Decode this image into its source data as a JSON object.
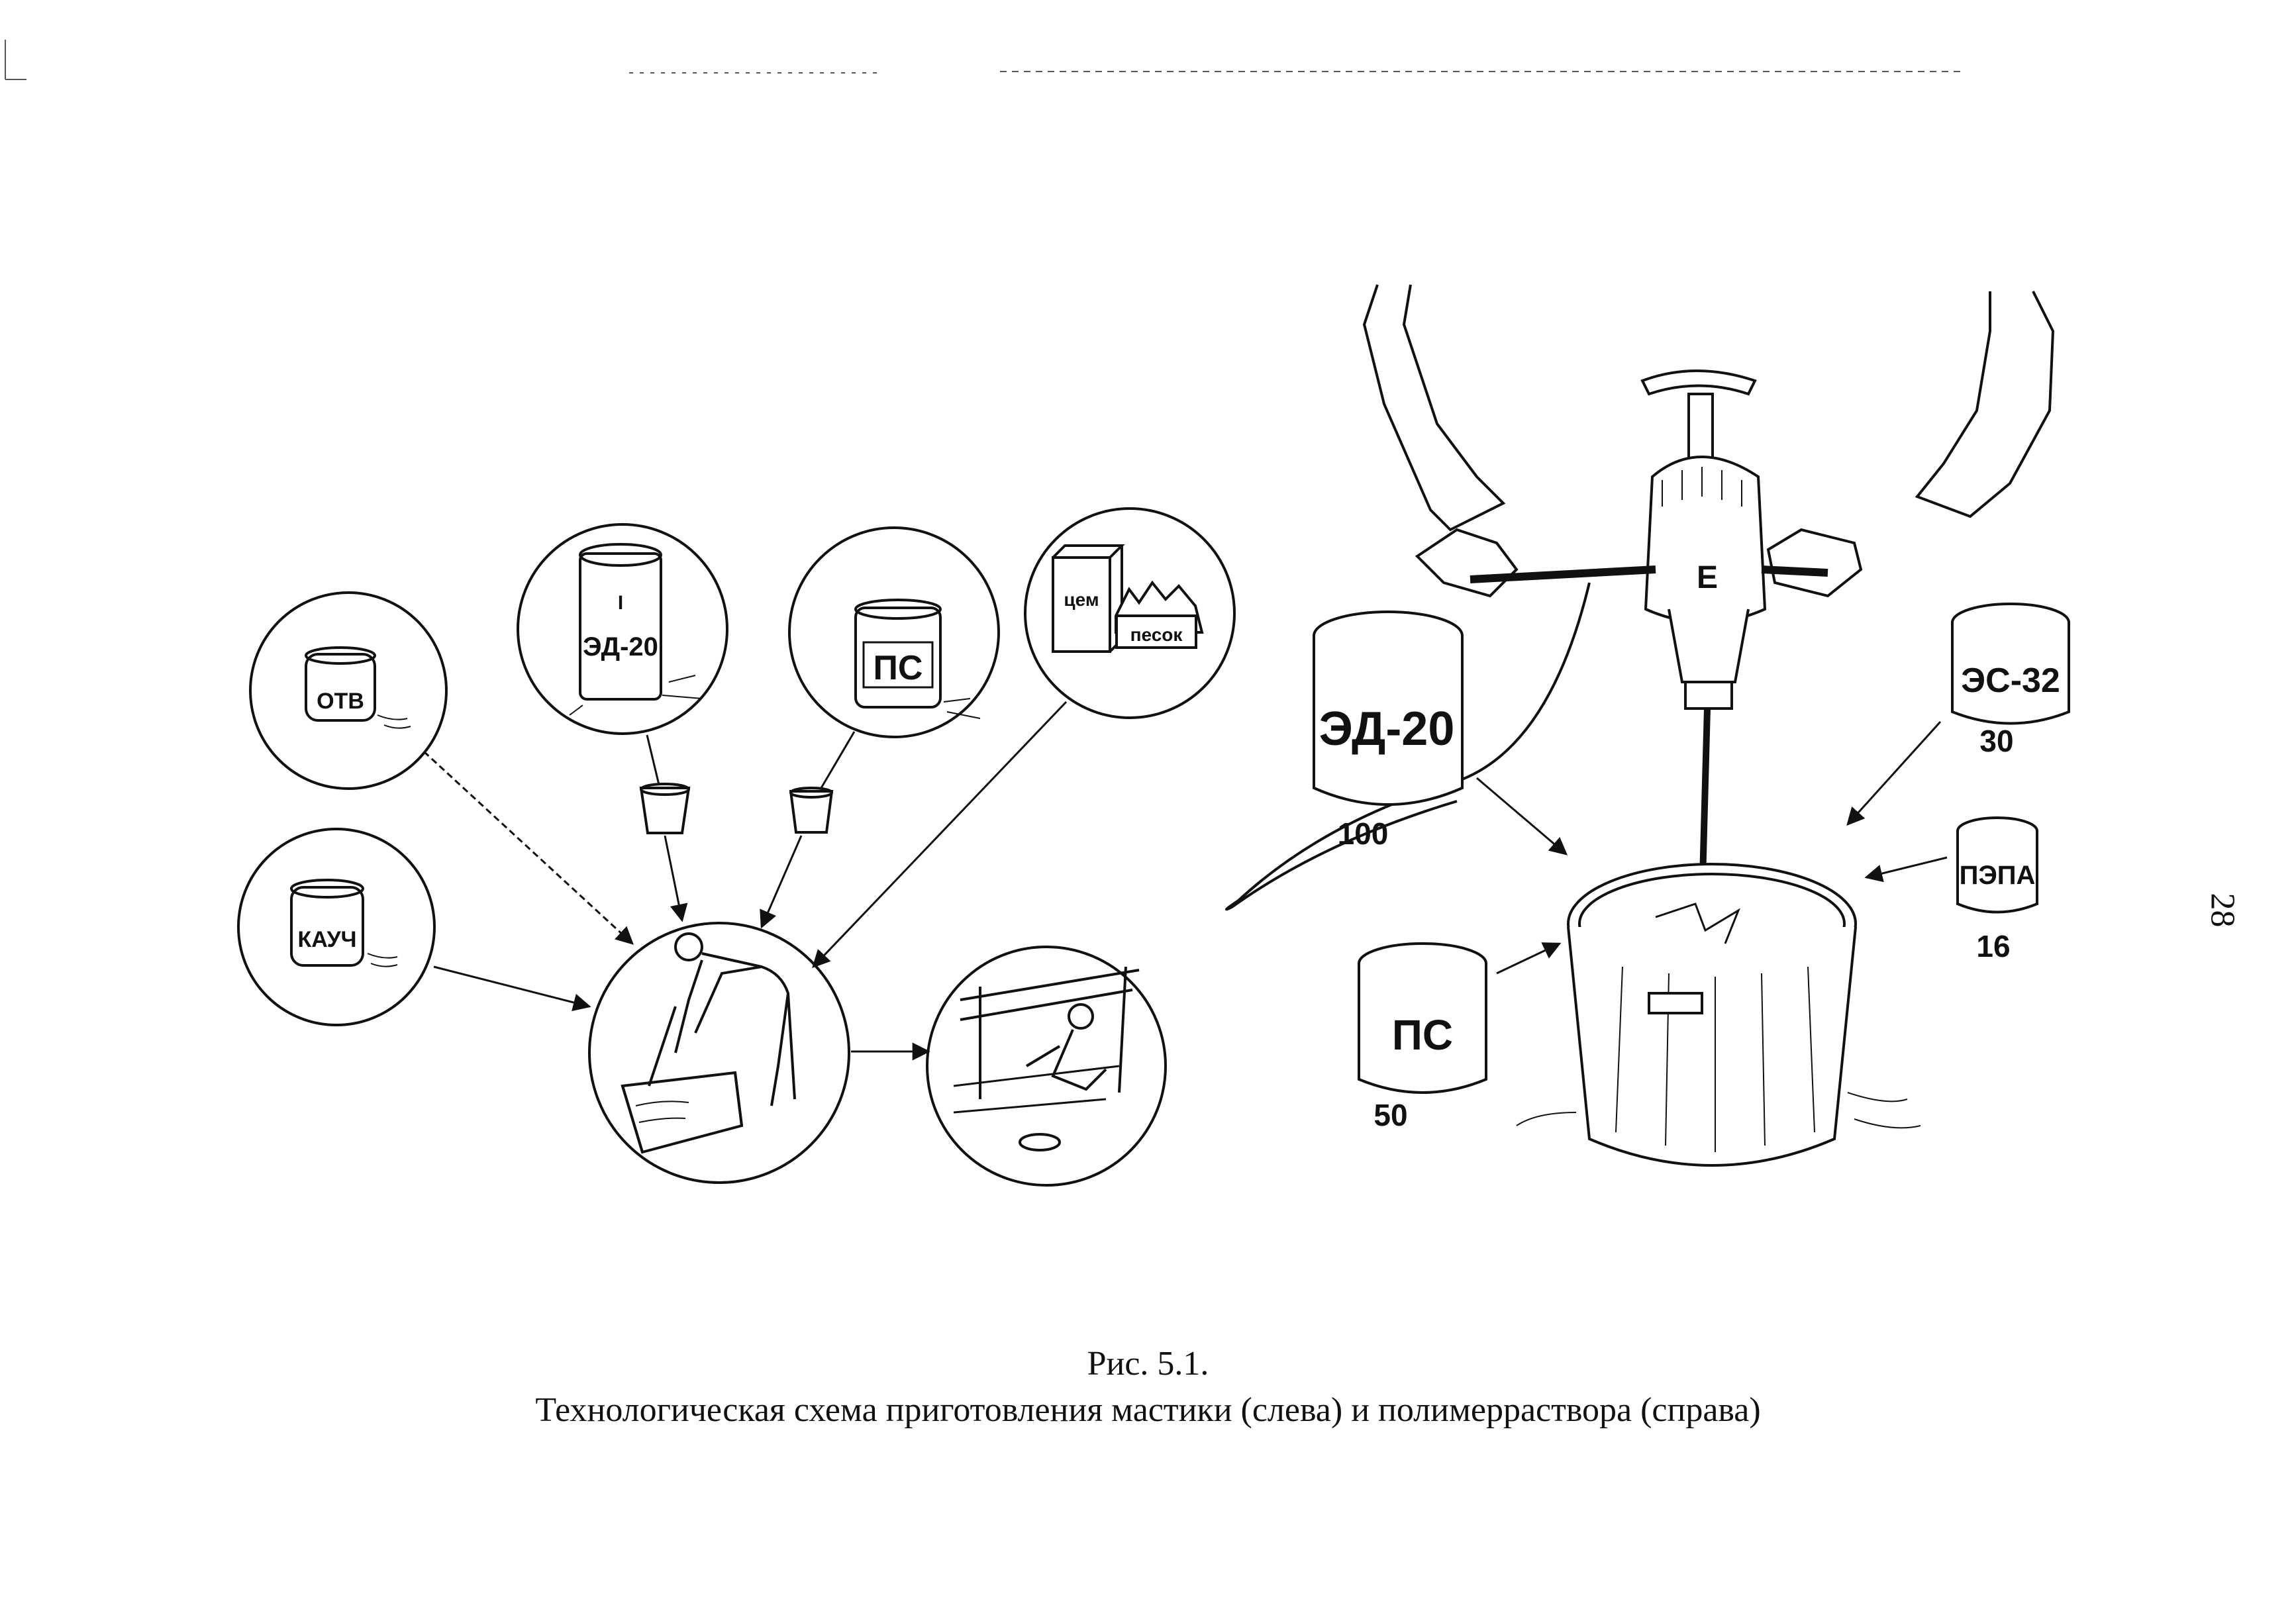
{
  "figure": {
    "number": "Рис. 5.1.",
    "caption": "Технологическая схема приготовления мастики (слева) и полимерраствора (справа)",
    "page_number": "28"
  },
  "mastic_scheme": {
    "components": {
      "otv": "ОТВ",
      "kauch": "КАУЧ",
      "ed20_top": "I",
      "ed20": "ЭД-20",
      "ps": "ПС",
      "cement": "цем",
      "sand": "песок"
    }
  },
  "polymer_solution": {
    "drill_mark": "Е",
    "containers": [
      {
        "label": "ЭД-20",
        "amount": "100"
      },
      {
        "label": "ПС",
        "amount": "50"
      },
      {
        "label": "ЭС-32",
        "amount": "30"
      },
      {
        "label": "ПЭПА",
        "amount": "16"
      }
    ]
  },
  "colors": {
    "ink": "#111111",
    "paper": "#ffffff"
  }
}
